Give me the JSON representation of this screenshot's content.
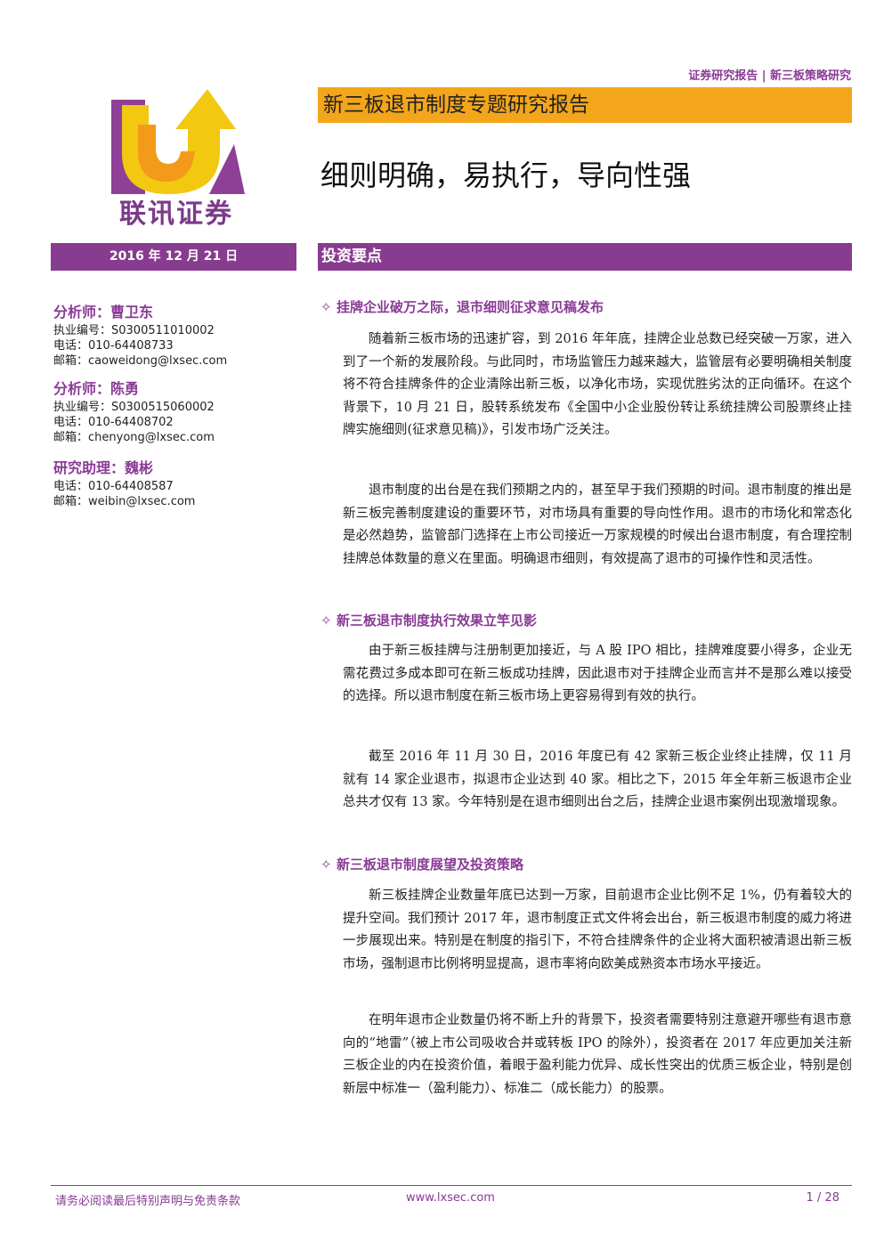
{
  "header": {
    "category": "证券研究报告 | 新三板策略研究",
    "report_type": "新三板退市制度专题研究报告",
    "headline": "细则明确，易执行，导向性强",
    "company_name": "联讯证券",
    "date": "2016 年 12 月 21 日",
    "key_points_label": "投资要点"
  },
  "colors": {
    "brand_purple": "#883c8f",
    "brand_orange": "#f3a61b",
    "logo_yellow": "#f2c811"
  },
  "analysts": [
    {
      "title": "分析师：曹卫东",
      "cert": "执业编号：S0300511010002",
      "phone": "电话：010-64408733",
      "email": "邮箱：caoweidong@lxsec.com"
    },
    {
      "title": "分析师：陈勇",
      "cert": "执业编号：S0300515060002",
      "phone": "电话：010-64408702",
      "email": "邮箱：chenyong@lxsec.com"
    },
    {
      "title": "研究助理：魏彬",
      "phone": "电话：010-64408587",
      "email": "邮箱：weibin@lxsec.com"
    }
  ],
  "sections": [
    {
      "heading": "挂牌企业破万之际，退市细则征求意见稿发布",
      "paragraphs": [
        "随着新三板市场的迅速扩容，到 2016 年年底，挂牌企业总数已经突破一万家，进入到了一个新的发展阶段。与此同时，市场监管压力越来越大，监管层有必要明确相关制度将不符合挂牌条件的企业清除出新三板，以净化市场，实现优胜劣汰的正向循环。在这个背景下，10 月 21 日，股转系统发布《全国中小企业股份转让系统挂牌公司股票终止挂牌实施细则(征求意见稿)》，引发市场广泛关注。",
        "退市制度的出台是在我们预期之内的，甚至早于我们预期的时间。退市制度的推出是新三板完善制度建设的重要环节，对市场具有重要的导向性作用。退市的市场化和常态化是必然趋势，监管部门选择在上市公司接近一万家规模的时候出台退市制度，有合理控制挂牌总体数量的意义在里面。明确退市细则，有效提高了退市的可操作性和灵活性。"
      ]
    },
    {
      "heading": "新三板退市制度执行效果立竿见影",
      "paragraphs": [
        "由于新三板挂牌与注册制更加接近，与 A 股 IPO 相比，挂牌难度要小得多，企业无需花费过多成本即可在新三板成功挂牌，因此退市对于挂牌企业而言并不是那么难以接受的选择。所以退市制度在新三板市场上更容易得到有效的执行。",
        "截至 2016 年 11 月 30 日，2016 年度已有 42 家新三板企业终止挂牌，仅 11 月就有 14 家企业退市，拟退市企业达到 40 家。相比之下，2015 年全年新三板退市企业总共才仅有 13 家。今年特别是在退市细则出台之后，挂牌企业退市案例出现激增现象。"
      ]
    },
    {
      "heading": "新三板退市制度展望及投资策略",
      "paragraphs": [
        "新三板挂牌企业数量年底已达到一万家，目前退市企业比例不足 1%，仍有着较大的提升空间。我们预计 2017 年，退市制度正式文件将会出台，新三板退市制度的威力将进一步展现出来。特别是在制度的指引下，不符合挂牌条件的企业将大面积被清退出新三板市场，强制退市比例将明显提高，退市率将向欧美成熟资本市场水平接近。",
        "在明年退市企业数量仍将不断上升的背景下，投资者需要特别注意避开哪些有退市意向的“地雷”（被上市公司吸收合并或转板 IPO 的除外），投资者在 2017 年应更加关注新三板企业的内在投资价值，着眼于盈利能力优异、成长性突出的优质三板企业，特别是创新层中标准一（盈利能力）、标准二（成长能力）的股票。"
      ]
    }
  ],
  "footer": {
    "disclaimer": "请务必阅读最后特别声明与免责条款",
    "website": "www.lxsec.com",
    "page": "1 / 28"
  }
}
